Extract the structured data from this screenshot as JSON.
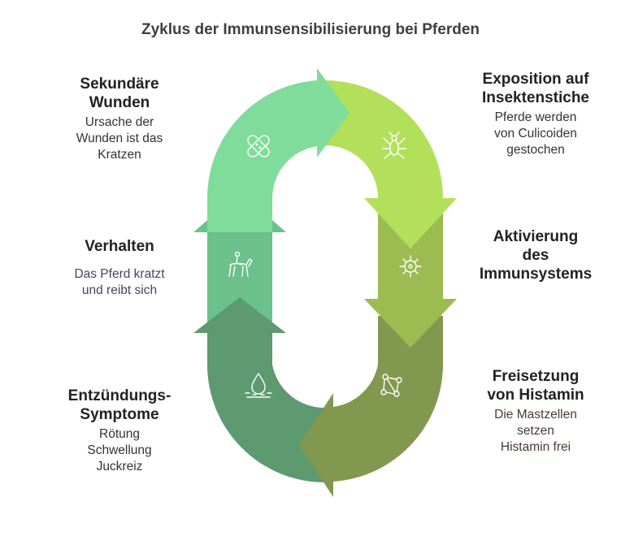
{
  "title": "Zyklus der Immunsensibilisierung bei Pferden",
  "stages": {
    "secondary": {
      "head": [
        "Sekundäre",
        "Wunden"
      ],
      "desc": [
        "Ursache der",
        "Wunden ist das",
        "Kratzen"
      ],
      "color": "#7fdc9b",
      "icon": "bandage-icon"
    },
    "exposure": {
      "head": [
        "Exposition auf",
        "Insektenstiche"
      ],
      "desc": [
        "Pferde werden",
        "von Culicoiden",
        "gestochen"
      ],
      "color": "#b3e05a",
      "icon": "insect-icon"
    },
    "activation": {
      "head": [
        "Aktivierung",
        "des",
        "Immunsystems"
      ],
      "desc": [],
      "color": "#9cbb50",
      "icon": "immune-cell-icon"
    },
    "release": {
      "head": [
        "Freisetzung",
        "von Histamin"
      ],
      "desc": [
        "Die Mastzellen",
        "setzen",
        "Histamin frei"
      ],
      "color": "#82984f",
      "icon": "molecule-icon"
    },
    "inflammation": {
      "head": [
        "Entzündungs-",
        "Symptome"
      ],
      "desc": [
        "Rötung",
        "Schwellung",
        "Juckreiz"
      ],
      "color": "#5d9a6f",
      "icon": "skin-drop-icon"
    },
    "behavior": {
      "head": [
        "Verhalten"
      ],
      "desc": [
        "Das Pferd kratzt",
        "und reibt sich"
      ],
      "color": "#6cc08a",
      "icon": "horse-rider-icon"
    }
  }
}
